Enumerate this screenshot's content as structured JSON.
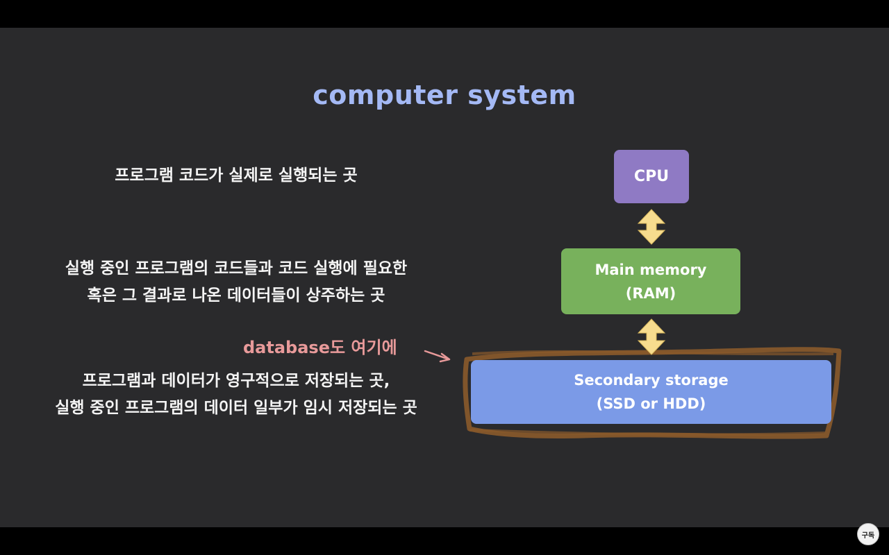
{
  "title": "computer system",
  "descriptions": {
    "cpu": [
      "프로그램 코드가 실제로 실행되는 곳"
    ],
    "ram": [
      "실행 중인 프로그램의 코드들과 코드 실행에 필요한",
      "혹은 그 결과로 나온 데이터들이 상주하는 곳"
    ],
    "storage": [
      "프로그램과 데이터가 영구적으로 저장되는 곳,",
      "실행 중인 프로그램의 데이터 일부가 임시 저장되는 곳"
    ]
  },
  "annotation": "database도 여기에",
  "boxes": {
    "cpu": [
      "CPU"
    ],
    "ram": [
      "Main memory",
      "(RAM)"
    ],
    "storage": [
      "Secondary storage",
      "(SSD or HDD)"
    ]
  },
  "subscribe_label": "구독",
  "colors": {
    "background": "#2a2a2c",
    "title": "#a4b9f5",
    "cpu": "#8f7ac4",
    "ram": "#78b15c",
    "storage": "#7b9ae7",
    "arrow": "#f7dc8e",
    "annotation": "#e89a9a",
    "highlight": "#8a5a2b"
  }
}
